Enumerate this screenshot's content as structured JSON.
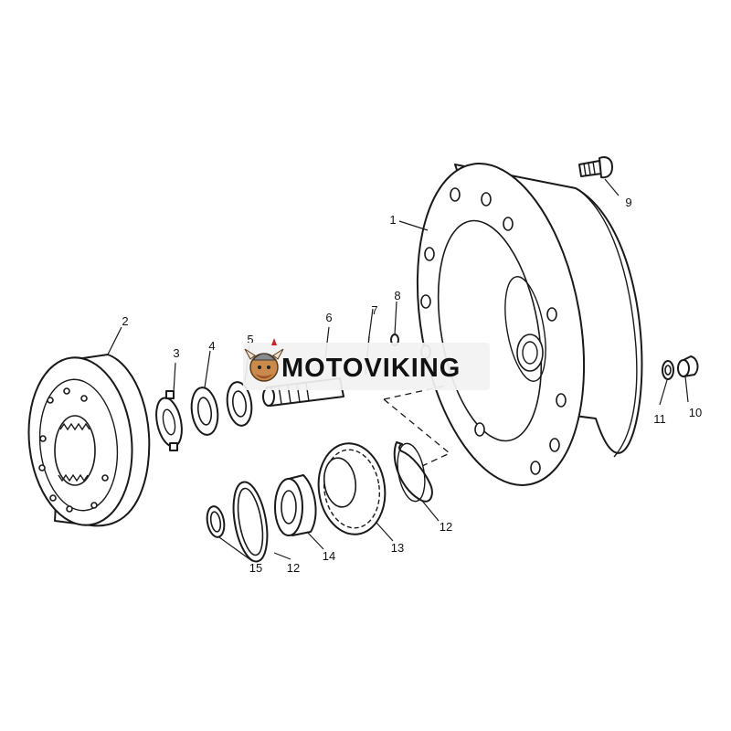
{
  "watermark": {
    "text": "MOTOVIKING",
    "logo_icon": "viking-mascot-icon"
  },
  "callouts": {
    "c1": "1",
    "c2": "2",
    "c3": "3",
    "c4": "4",
    "c5": "5",
    "c6": "6",
    "c7": "7",
    "c8": "8",
    "c9": "9",
    "c10": "10",
    "c11": "11",
    "c12a": "12",
    "c12b": "12",
    "c13": "13",
    "c14": "14",
    "c15": "15"
  },
  "colors": {
    "line": "#1a1a1a",
    "background": "#ffffff",
    "watermark_band": "#f2f2f2"
  }
}
